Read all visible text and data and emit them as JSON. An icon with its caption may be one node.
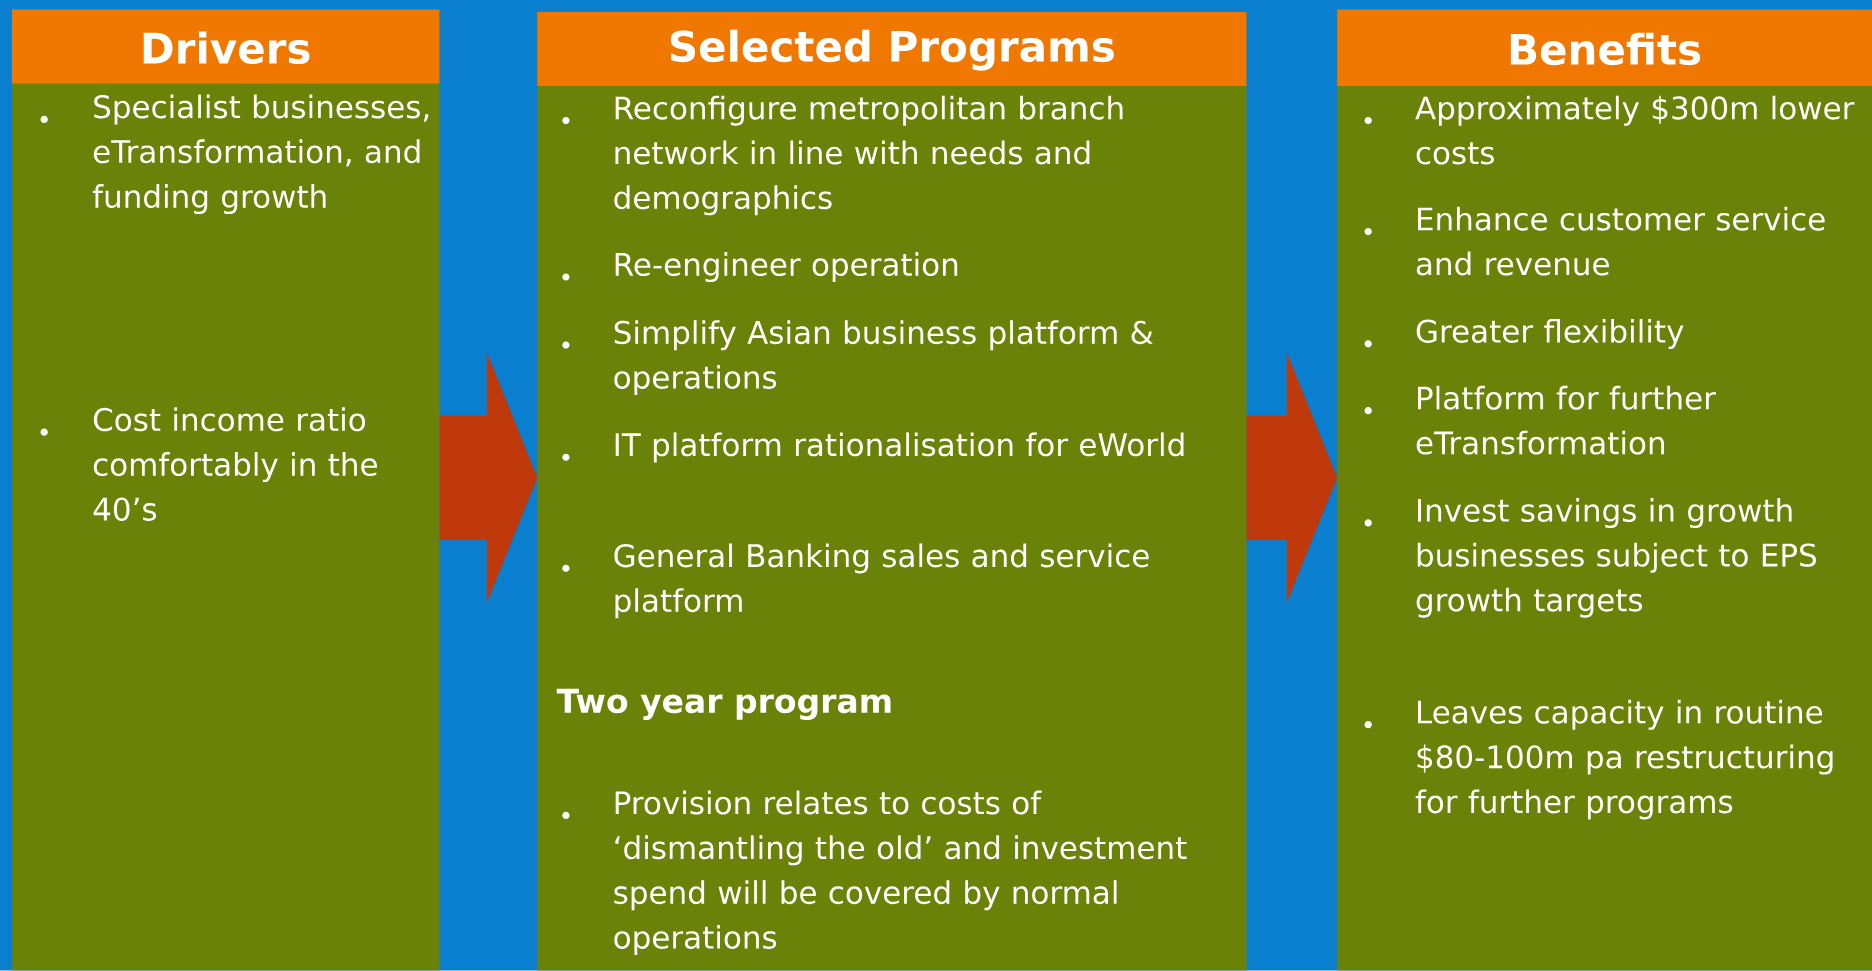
{
  "diagram": {
    "nodes": [
      {
        "text": [
          "Drivers",
          "Specialist businesses, eTransformation, and funding growth",
          "Cost income ratio comfortably in the 40’s"
        ]
      },
      {
        "text": [
          "Selected Programs",
          "Reconfigure metropolitan branch network in line with needs and demographics",
          "Re-engineer operation",
          "Simplify Asian business platform & operations",
          "IT platform rationalisation for eWorld",
          "General Banking sales and service platform",
          "Two year program",
          "Provision relates to costs of ‘dismantling the old’ and investment spend will be covered by normal operations"
        ]
      },
      {
        "text": [
          "Benefits",
          "Approximately $300m lower costs",
          "Enhance customer service and revenue",
          "Greater flexibility",
          "Platform for further eTransformation",
          "Invest savings in growth businesses subject to EPS growth targets",
          "Leaves capacity in routine $80-100m pa restructuring for further programs"
        ]
      }
    ],
    "edges": [
      {
        "from": 0,
        "to": 1,
        "arrow": "to"
      },
      {
        "from": 1,
        "to": 2,
        "arrow": "to"
      }
    ]
  }
}
